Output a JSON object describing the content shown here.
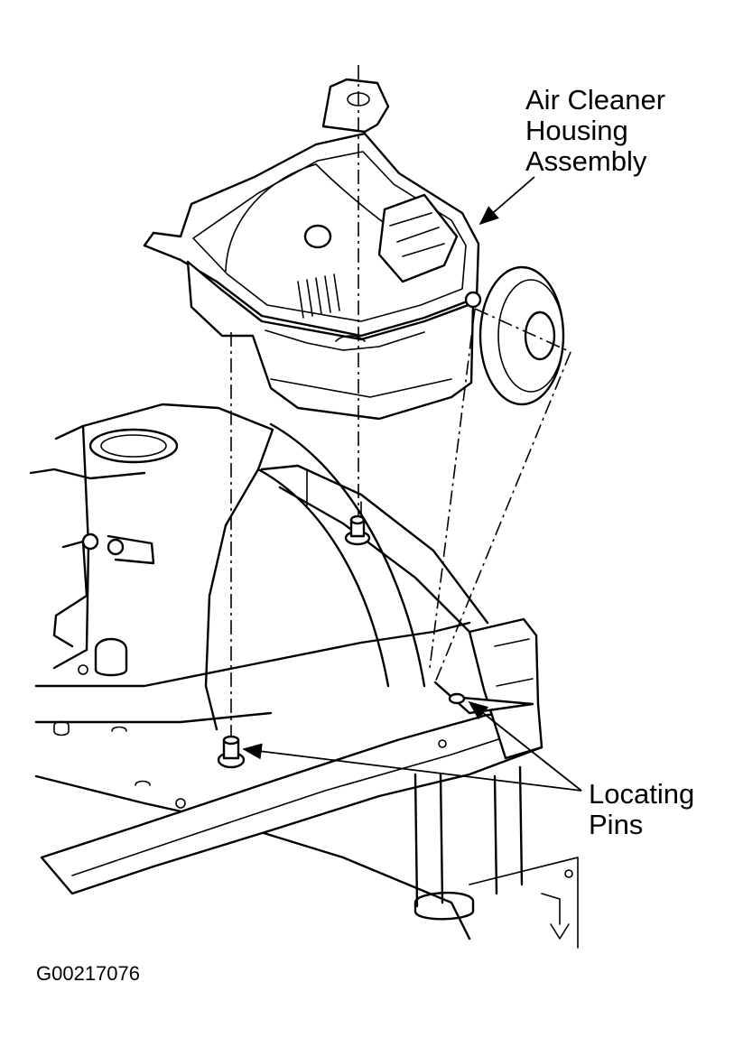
{
  "labels": {
    "air_cleaner": [
      "Air Cleaner",
      "Housing",
      "Assembly"
    ],
    "locating_pins": [
      "Locating",
      "Pins"
    ]
  },
  "figure_id": "G00217076",
  "colors": {
    "ink": "#000000",
    "paper": "#ffffff"
  }
}
